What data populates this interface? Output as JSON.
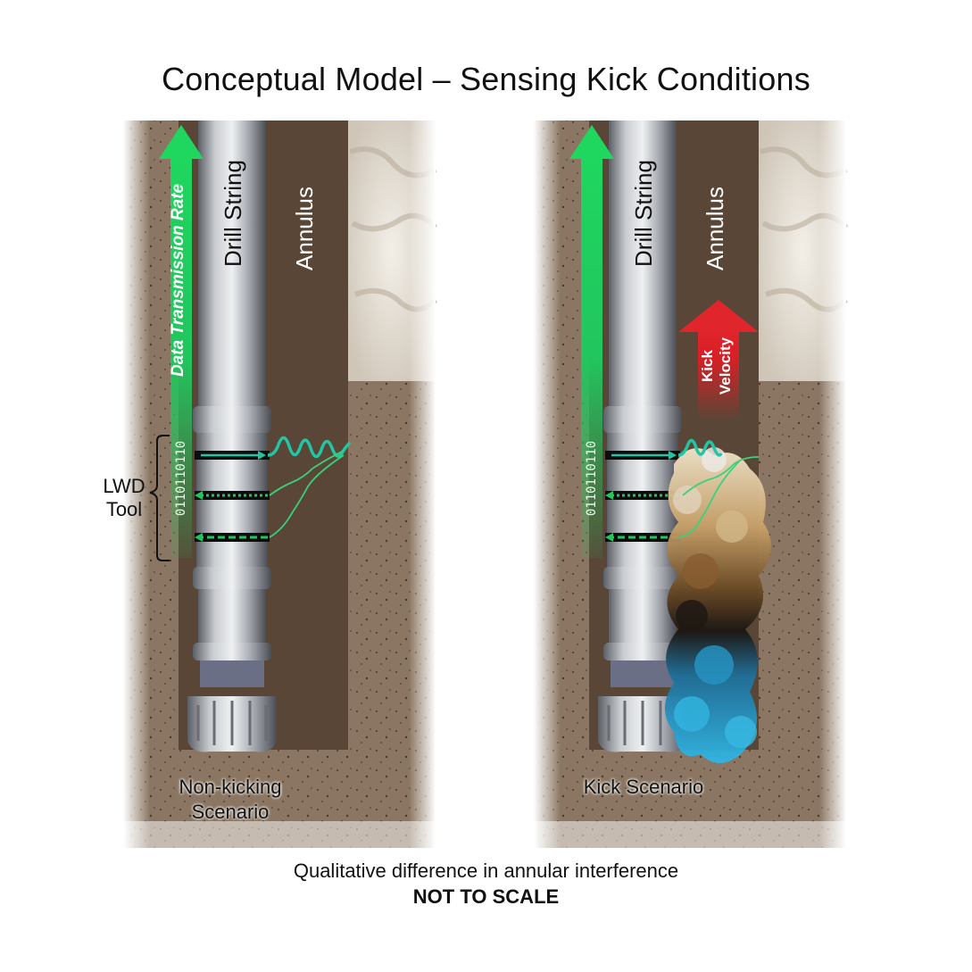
{
  "title": "Conceptual Model – Sensing Kick Conditions",
  "labels": {
    "drill_string": "Drill String",
    "annulus": "Annulus",
    "data_transmission_rate": "Data Transmission Rate",
    "lwd_tool_line1": "LWD",
    "lwd_tool_line2": "Tool",
    "binary": "0110110110",
    "kick_velocity_line1": "Kick",
    "kick_velocity_line2": "Velocity",
    "non_kicking_line1": "Non-kicking",
    "non_kicking_line2": "Scenario",
    "kick_scenario": "Kick Scenario"
  },
  "caption": {
    "line1": "Qualitative difference in annular interference",
    "line2": "NOT TO SCALE"
  },
  "colors": {
    "green": "#22c55e",
    "kick_red": "#d91f26",
    "annulus_brown": "#5a4636",
    "formation_tan": "#8a7662",
    "rock_top": "#e6e1d7",
    "gas_blue": "#2aa8d8"
  }
}
